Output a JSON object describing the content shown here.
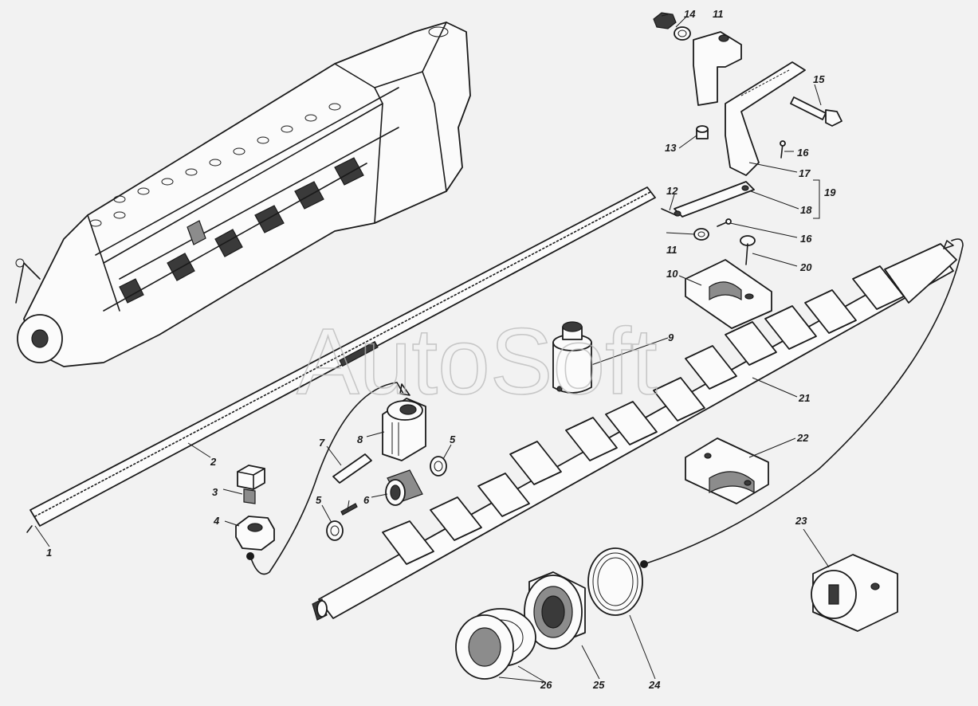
{
  "watermark": "AutoSoft",
  "callouts": [
    {
      "text": "1"
    },
    {
      "text": "2"
    },
    {
      "text": "3"
    },
    {
      "text": "4"
    },
    {
      "text": "5"
    },
    {
      "text": "5"
    },
    {
      "text": "6"
    },
    {
      "text": "7"
    },
    {
      "text": "8"
    },
    {
      "text": "9"
    },
    {
      "text": "10"
    },
    {
      "text": "11"
    },
    {
      "text": "11"
    },
    {
      "text": "12"
    },
    {
      "text": "13"
    },
    {
      "text": "14"
    },
    {
      "text": "15"
    },
    {
      "text": "16"
    },
    {
      "text": "16"
    },
    {
      "text": "17"
    },
    {
      "text": "18"
    },
    {
      "text": "19"
    },
    {
      "text": "20"
    },
    {
      "text": "21"
    },
    {
      "text": "22"
    },
    {
      "text": "23"
    },
    {
      "text": "24"
    },
    {
      "text": "25"
    },
    {
      "text": "26"
    }
  ],
  "colors": {
    "ink": "#1a1a1a",
    "paper": "#f2f2f2",
    "watermark": "#b9b9b9"
  }
}
